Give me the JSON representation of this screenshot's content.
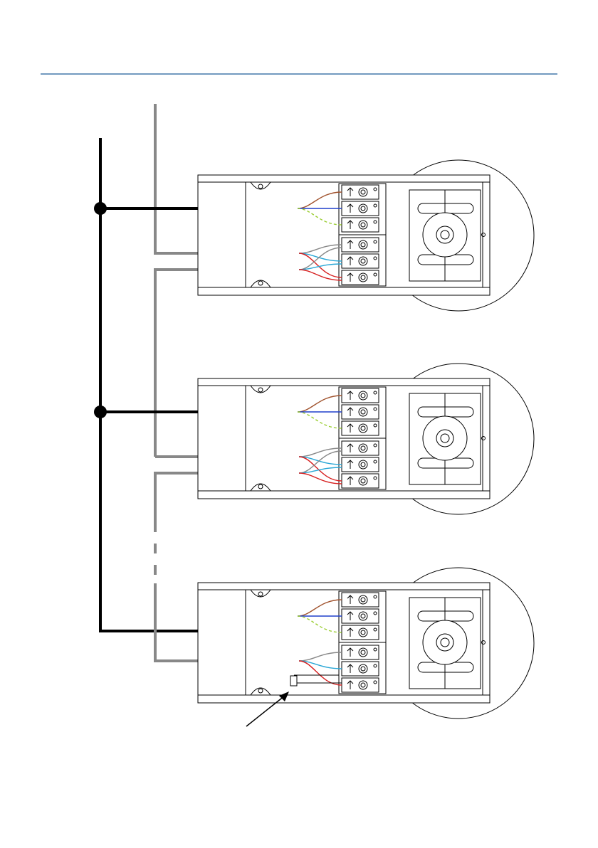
{
  "header": {
    "rule_color": "#1f5c99"
  },
  "colors": {
    "loop_cable": "#888888",
    "power_cable": "#000000",
    "wire_brown": "#a0522d",
    "wire_blue": "#1f3fcc",
    "wire_earth": "#9acd32",
    "wire_grey": "#888888",
    "wire_cyan": "#2aa7d6",
    "wire_red": "#d62020"
  },
  "diagram": {
    "units": [
      {
        "id": "unit-1",
        "loop_out": true
      },
      {
        "id": "unit-2",
        "loop_out": true
      },
      {
        "id": "unit-3",
        "loop_out": false,
        "end_of_line_resistor": true
      }
    ],
    "loop_continues": true
  }
}
